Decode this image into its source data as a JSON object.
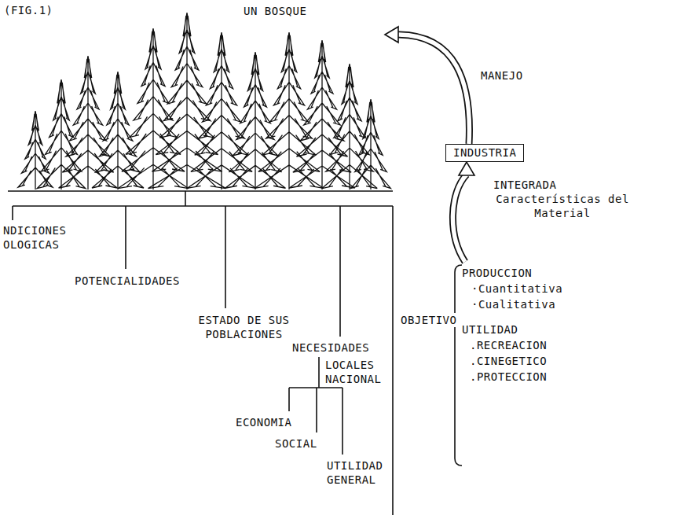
{
  "diagram": {
    "nodes": [
      {
        "text": [
          "UN BOSQUE"
        ]
      },
      {
        "text": [
          "INDUSTRIA"
        ]
      }
    ],
    "edges": [
      {
        "from": 1,
        "to": 0,
        "arrow": "to",
        "label": "MANEJO"
      }
    ],
    "labels": [
      "(FIG.1)",
      "INTEGRADA",
      "Características del Material",
      "NDICIONES OLOGICAS",
      "POTENCIALIDADES",
      "ESTADO DE SUS POBLACIONES",
      "NECESIDADES",
      "LOCALES NACIONAL",
      "ECONOMIA",
      "SOCIAL",
      "UTILIDAD GENERAL",
      "OBJETIVO",
      "PRODUCCION",
      "·Cuantitativa",
      "·Cualitativa",
      "UTILIDAD",
      ".RECREACION",
      ".CINEGETICO",
      ".PROTECCION"
    ]
  }
}
